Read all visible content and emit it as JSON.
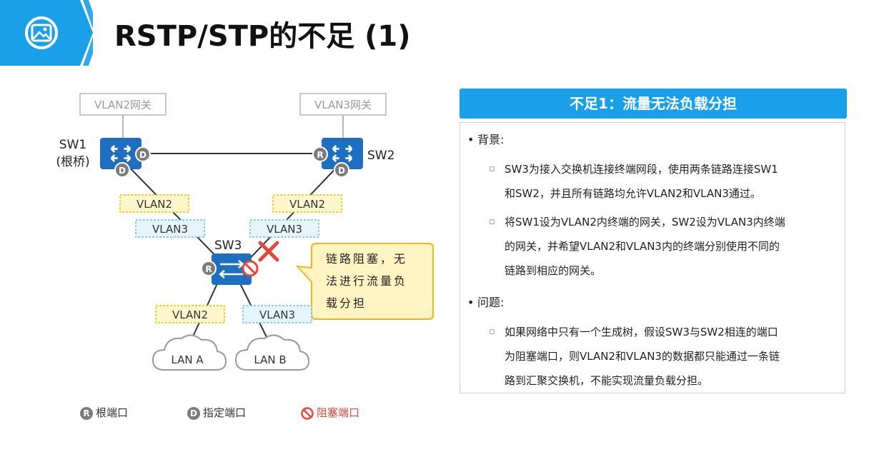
{
  "title": "RSTP/STP的不足 (1)",
  "diagram": {
    "gw_vlan2": "VLAN2网关",
    "gw_vlan3": "VLAN3网关",
    "sw1_name": "SW1",
    "sw1_role": "(根桥)",
    "sw2_name": "SW2",
    "sw3_name": "SW3",
    "port_root": "R",
    "port_designated": "D",
    "vlan2": "VLAN2",
    "vlan3": "VLAN3",
    "lan_a": "LAN A",
    "lan_b": "LAN B",
    "callout_line1": "链路阻塞，无",
    "callout_line2": "法进行流量负",
    "callout_line3": "载分担"
  },
  "panel": {
    "title": "不足1：流量无法负载分担",
    "background_label": "背景:",
    "bg_item1_line1": "SW3为接入交换机连接终端网段，使用两条链路连接SW1",
    "bg_item1_line2": "和SW2，并且所有链路均允许VLAN2和VLAN3通过。",
    "bg_item2_line1": "将SW1设为VLAN2内终端的网关，SW2设为VLAN3内终端",
    "bg_item2_line2": "的网关，并希望VLAN2和VLAN3内的终端分别使用不同的",
    "bg_item2_line3": "链路到相应的网关。",
    "problem_label": "问题:",
    "pr_item1_line1": "如果网络中只有一个生成树，假设SW3与SW2相连的端口",
    "pr_item1_line2": "为阻塞端口，则VLAN2和VLAN3的数据都只能通过一条链",
    "pr_item1_line3": "路到汇聚交换机，不能实现流量负载分担。"
  },
  "legend": {
    "root_badge": "R",
    "root_label": "根端口",
    "designated_badge": "D",
    "designated_label": "指定端口",
    "blocked_label": "阻塞端口"
  },
  "colors": {
    "accent_blue": "#1aa0e8",
    "switch_blue": "#1f6fc1",
    "port_gray": "#7b7b7b",
    "block_red": "#e8463a",
    "vlan2_yellow": "#fff7cc",
    "vlan3_blue": "#e6f4fc",
    "callout_yellow": "#fff4c2"
  }
}
